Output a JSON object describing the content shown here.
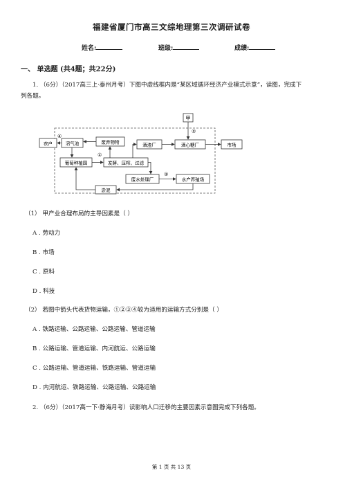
{
  "header": {
    "title": "福建省厦门市高三文综地理第三次调研试卷",
    "name_label": "姓名:",
    "class_label": "班级:",
    "score_label": "成绩:"
  },
  "section": {
    "heading": "一、 单选题 (共4题；共22分)"
  },
  "q1": {
    "stem_line1": "1.   （6分）（2017高三上·泰州月考）下图中虚线框内是“某区域循环经济产业模式示意”，读图，完成下",
    "stem_line2": "列各题。",
    "diagram": {
      "nodes": {
        "jia": "甲",
        "nonghu": "农户",
        "zhaoqichi": "沼气池",
        "feiqiwu": "废弃物物",
        "putao": "葡萄种植园",
        "fajiao": "发酵、压榨、过滤",
        "jiuzhao": "酒渣厂",
        "jiuxin": "酒心糖厂",
        "shichang": "市场",
        "feishui": "废水处理厂",
        "shuichan": "水产养殖场",
        "yuni": "淤泥"
      },
      "markers": {
        "one": "①",
        "two": "②",
        "three": "③",
        "four": "④"
      }
    },
    "sub1": {
      "stem": "（1）  甲产业合理布局的主导因素是（        ）",
      "options": [
        "A  . 劳动力",
        "B  . 市场",
        "C  . 原料",
        "D  . 科技"
      ]
    },
    "sub2": {
      "stem": "（2）  若图中箭头代表货物运输，①②③④较为适用的运输方式分别是（        ）",
      "options": [
        "A  . 铁路运输、公路运输、公路运输、管道运输",
        "B  . 公路运输、管道运输、内河航运、公路运输",
        "C  . 公路运输、管道运输、铁路运输、管道运输",
        "D  . 内河航运、铁路运输、公路运输、公路运输"
      ]
    }
  },
  "q2": {
    "stem": "2.   （6分）（2017高一下·静海月考）读影响人口迁移的主要因素示意图完成下列各题。"
  },
  "footer": {
    "text": "第 1 页 共 13 页"
  }
}
